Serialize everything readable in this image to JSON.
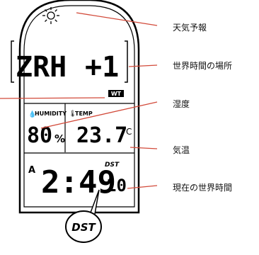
{
  "device": {
    "top_icon": "sun-icon",
    "city": "ZRH",
    "offset": "+1",
    "wt_badge": "WT",
    "humidity_label": "HUMIDITY",
    "humidity_value": "80",
    "humidity_unit": "%",
    "temp_label": "TEMP",
    "temp_value": "23.7",
    "temp_unit": "°C",
    "time_prefix": "A",
    "time": "2:49",
    "dst_small": "DST",
    "seconds": "10",
    "dst_callout": "DST"
  },
  "annotations": {
    "weather_forecast": "天気予報",
    "world_time_location": "世界時間の場所",
    "humidity": "湿度",
    "temperature": "気温",
    "current_world_time": "現在の世界時間"
  }
}
